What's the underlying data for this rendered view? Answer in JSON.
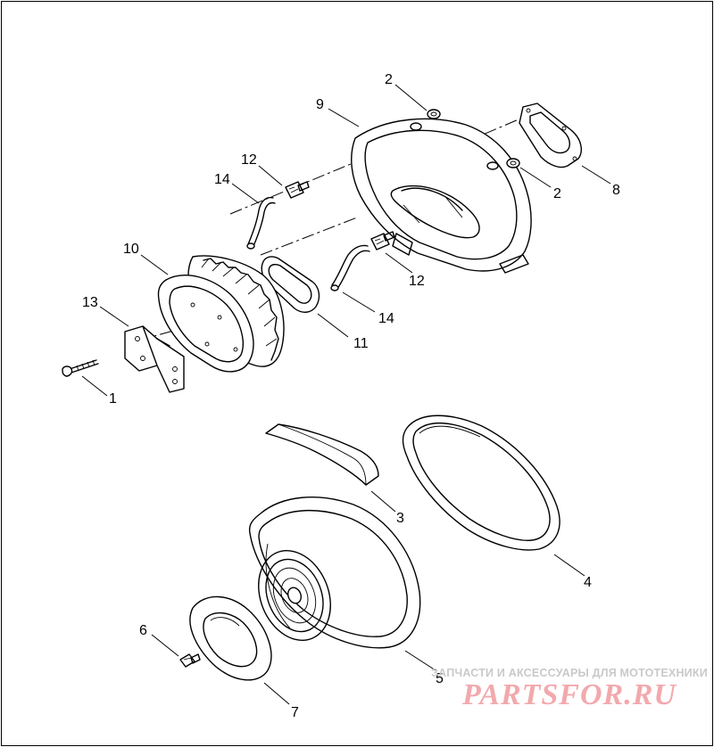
{
  "diagram": {
    "callouts": [
      {
        "id": "c1",
        "label": "1"
      },
      {
        "id": "c2a",
        "label": "2"
      },
      {
        "id": "c2b",
        "label": "2"
      },
      {
        "id": "c3",
        "label": "3"
      },
      {
        "id": "c4",
        "label": "4"
      },
      {
        "id": "c5",
        "label": "5"
      },
      {
        "id": "c6",
        "label": "6"
      },
      {
        "id": "c7",
        "label": "7"
      },
      {
        "id": "c8",
        "label": "8"
      },
      {
        "id": "c9",
        "label": "9"
      },
      {
        "id": "c10",
        "label": "10"
      },
      {
        "id": "c11",
        "label": "11"
      },
      {
        "id": "c12a",
        "label": "12"
      },
      {
        "id": "c12b",
        "label": "12"
      },
      {
        "id": "c13",
        "label": "13"
      },
      {
        "id": "c14a",
        "label": "14"
      },
      {
        "id": "c14b",
        "label": "14"
      }
    ]
  },
  "watermark": {
    "tagline": "ЗАПЧАСТИ И АКСЕССУАРЫ ДЛЯ МОТОТЕХНИКИ",
    "logo_text": "PARTSFOR.RU"
  },
  "colors": {
    "line": "#000000",
    "background": "#ffffff",
    "watermark_text": "#c9c9c9",
    "watermark_logo": "#f2a9ad"
  }
}
